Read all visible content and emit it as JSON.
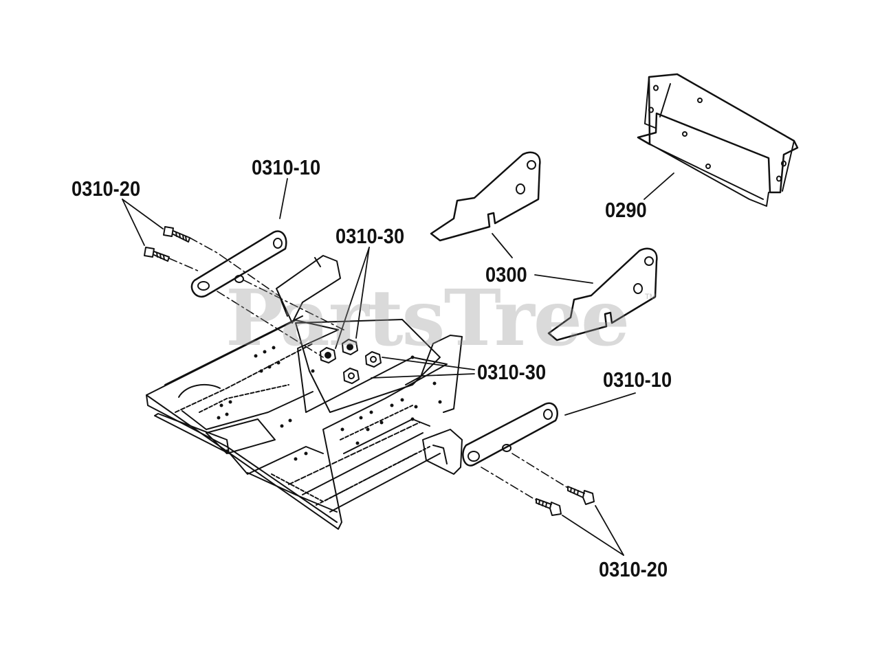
{
  "watermark": {
    "text": "PartsTree",
    "tm": "TM"
  },
  "callouts": {
    "c1": "0310-10",
    "c2": "0310-20",
    "c3": "0310-30",
    "c4": "0290",
    "c5": "0300",
    "c6": "0310-30",
    "c7": "0310-10",
    "c8": "0310-20"
  },
  "colors": {
    "line": "#111111",
    "watermark": "#969696",
    "background": "#ffffff"
  }
}
